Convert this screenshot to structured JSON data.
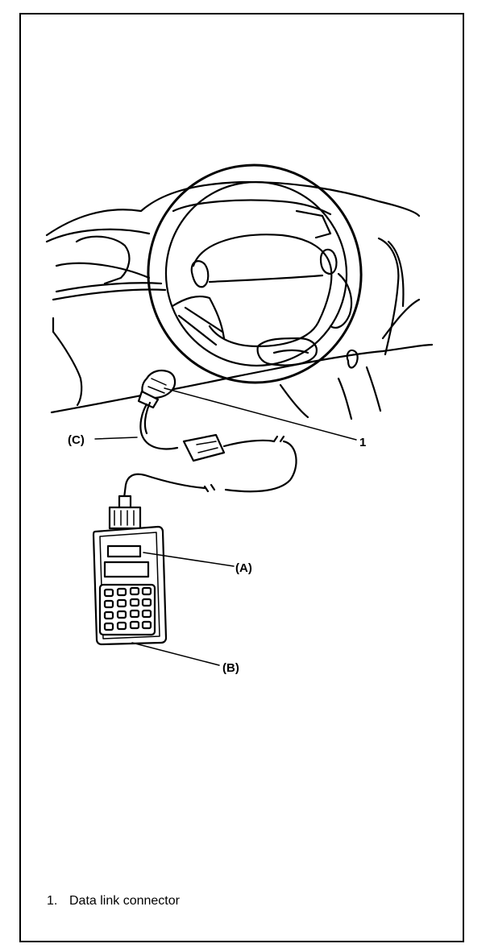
{
  "figure": {
    "callouts": {
      "c": "(C)",
      "one": "1",
      "a": "(A)",
      "b": "(B)"
    },
    "legend": [
      {
        "number": "1.",
        "text": "Data link connector"
      }
    ]
  }
}
